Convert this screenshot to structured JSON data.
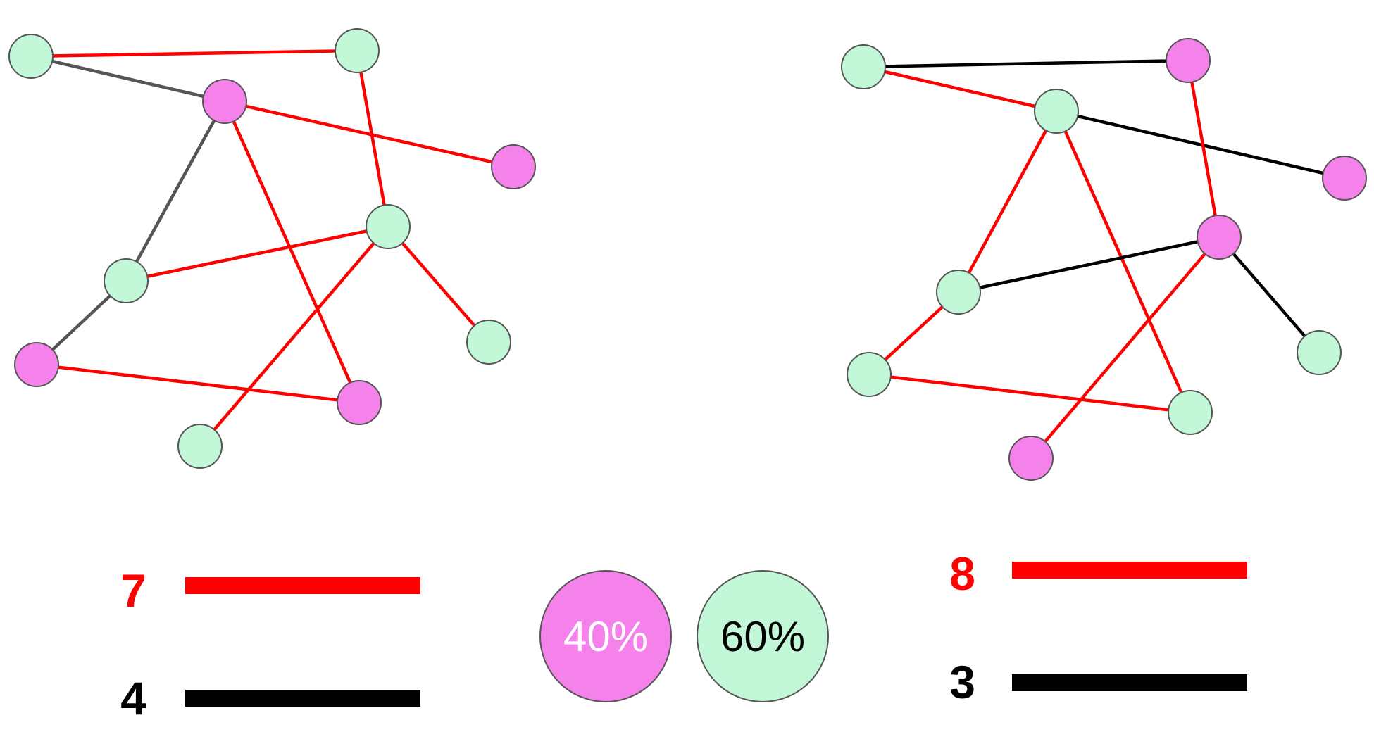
{
  "colors": {
    "node_magenta": "#f582ea",
    "node_mint": "#c2f7d8",
    "node_stroke": "#555555",
    "edge_red": "#ff0000",
    "edge_left_black": "#555555",
    "edge_right_black": "#000000",
    "text_white": "#ffffff",
    "text_black": "#000000"
  },
  "graphs": [
    {
      "id": "left",
      "nodes": [
        {
          "id": "a",
          "color": "mint"
        },
        {
          "id": "b",
          "color": "mint"
        },
        {
          "id": "c",
          "color": "magenta"
        },
        {
          "id": "d",
          "color": "magenta"
        },
        {
          "id": "e",
          "color": "mint"
        },
        {
          "id": "f",
          "color": "mint"
        },
        {
          "id": "g",
          "color": "mint"
        },
        {
          "id": "h",
          "color": "magenta"
        },
        {
          "id": "i",
          "color": "magenta"
        },
        {
          "id": "j",
          "color": "mint"
        }
      ],
      "edges": [
        {
          "from": "a",
          "to": "b",
          "type": "red"
        },
        {
          "from": "a",
          "to": "c",
          "type": "black"
        },
        {
          "from": "c",
          "to": "d",
          "type": "red"
        },
        {
          "from": "c",
          "to": "f",
          "type": "black"
        },
        {
          "from": "c",
          "to": "i",
          "type": "red"
        },
        {
          "from": "b",
          "to": "e",
          "type": "red"
        },
        {
          "from": "e",
          "to": "f",
          "type": "red"
        },
        {
          "from": "e",
          "to": "g",
          "type": "red"
        },
        {
          "from": "e",
          "to": "j",
          "type": "red"
        },
        {
          "from": "f",
          "to": "h",
          "type": "black"
        },
        {
          "from": "h",
          "to": "i",
          "type": "red"
        }
      ]
    },
    {
      "id": "right",
      "nodes": [
        {
          "id": "a",
          "color": "mint"
        },
        {
          "id": "b",
          "color": "magenta"
        },
        {
          "id": "c",
          "color": "mint"
        },
        {
          "id": "d",
          "color": "magenta"
        },
        {
          "id": "e",
          "color": "magenta"
        },
        {
          "id": "f",
          "color": "mint"
        },
        {
          "id": "g",
          "color": "mint"
        },
        {
          "id": "h",
          "color": "mint"
        },
        {
          "id": "i",
          "color": "mint"
        },
        {
          "id": "j",
          "color": "magenta"
        }
      ],
      "edges": [
        {
          "from": "a",
          "to": "b",
          "type": "black"
        },
        {
          "from": "a",
          "to": "c",
          "type": "red"
        },
        {
          "from": "c",
          "to": "d",
          "type": "black"
        },
        {
          "from": "c",
          "to": "f",
          "type": "red"
        },
        {
          "from": "c",
          "to": "i",
          "type": "red"
        },
        {
          "from": "b",
          "to": "e",
          "type": "red"
        },
        {
          "from": "e",
          "to": "f",
          "type": "black"
        },
        {
          "from": "e",
          "to": "g",
          "type": "black"
        },
        {
          "from": "e",
          "to": "j",
          "type": "red"
        },
        {
          "from": "f",
          "to": "h",
          "type": "red"
        },
        {
          "from": "h",
          "to": "i",
          "type": "red"
        }
      ]
    }
  ],
  "legend": {
    "left": {
      "red_count": "7",
      "black_count": "4"
    },
    "right": {
      "red_count": "8",
      "black_count": "3"
    }
  },
  "percentages": {
    "magenta": "40%",
    "mint": "60%"
  }
}
